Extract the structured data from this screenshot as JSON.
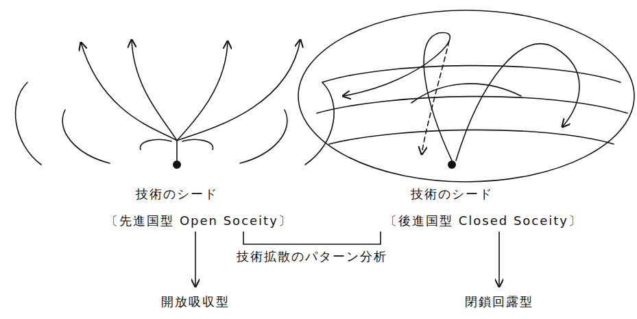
{
  "diagram": {
    "labels": [
      "技術のシード",
      "技術のシード",
      "〔先進国型 Open Soceity〕",
      "〔後進国型 Closed Soceity〕",
      "技術拡散のパターン分析",
      "開放吸収型",
      "閉鎖回露型"
    ]
  }
}
